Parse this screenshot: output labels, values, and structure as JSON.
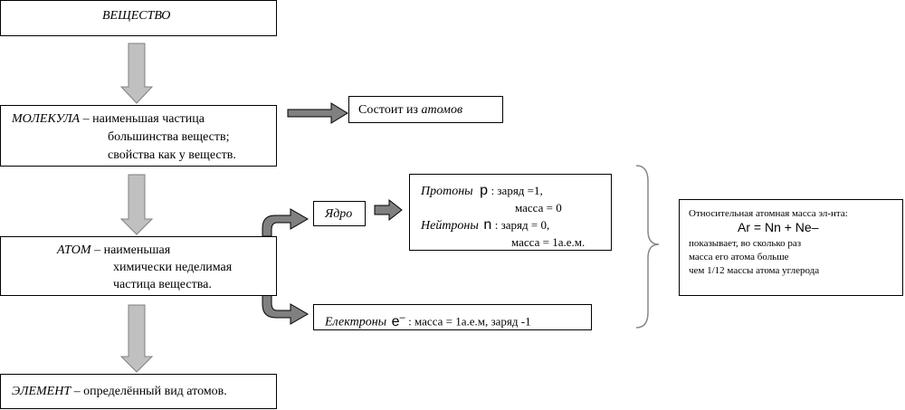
{
  "substance": {
    "title": "ВЕЩЕСТВО"
  },
  "molecule": {
    "term": "МОЛЕКУЛА",
    "line1": " – наименьшая частица",
    "line2": "большинства веществ;",
    "line3": "свойства как у веществ."
  },
  "consists": {
    "text": "Состоит из ",
    "emph": "атомов"
  },
  "atom": {
    "term": "АТОМ",
    "line1": " – наименьшая",
    "line2": "химически неделимая",
    "line3": "частица вещества."
  },
  "element": {
    "term": "ЭЛЕМЕНТ",
    "rest": " – определённый вид атомов."
  },
  "nucleus": {
    "label": "Ядро"
  },
  "particles": {
    "protons": {
      "name": "Протоны",
      "symbol": "p",
      "charge": ": заряд =1,",
      "mass": "масса = 0"
    },
    "neutrons": {
      "name": "Нейтроны",
      "symbol": "n",
      "charge": ": заряд = 0,",
      "mass": "масса = 1а.е.м."
    }
  },
  "electrons": {
    "name": "Електроны",
    "symbol": "e",
    "sign": "–",
    "details": ":    масса = 1а.е.м, заряд  -1"
  },
  "relative_mass": {
    "title": "Относительная атомная масса эл-нта:",
    "formula": "Ar = Nn + Ne–",
    "line1": "показывает, во сколько раз",
    "line2": "масса его атома больше",
    "line3": "чем 1/12 массы атома углерода"
  },
  "colors": {
    "arrow_fill": "#c0c0c0",
    "dark_arrow": "#808080",
    "stroke": "#000000",
    "bracket": "#888888"
  }
}
